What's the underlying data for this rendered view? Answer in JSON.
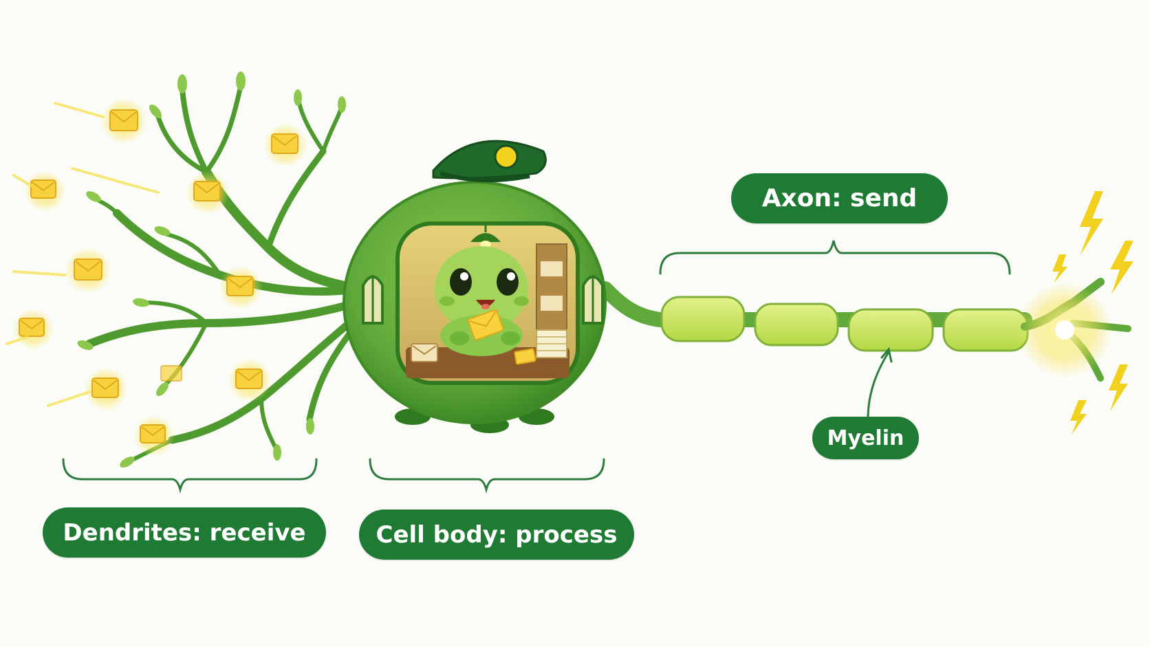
{
  "labels": {
    "dendrites": "Dendrites: receive",
    "cell_body": "Cell body: process",
    "axon": "Axon: send",
    "myelin": "Myelin"
  },
  "icons": {
    "dendrite_messages": "envelope-icon",
    "terminal_signal": "lightning-bolt-icon",
    "cap_badge": "cap-icon",
    "lamp": "lamp-icon"
  },
  "colors": {
    "label_fill": "#1f7a34",
    "label_text": "#ffffff",
    "neuron_green": "#5fa83a",
    "neuron_dark": "#2f7a1f",
    "myelin_fill": "#c4e25a",
    "envelope": "#f7d23c",
    "spark": "#f2d11e",
    "bracket": "#2e7d3e"
  }
}
